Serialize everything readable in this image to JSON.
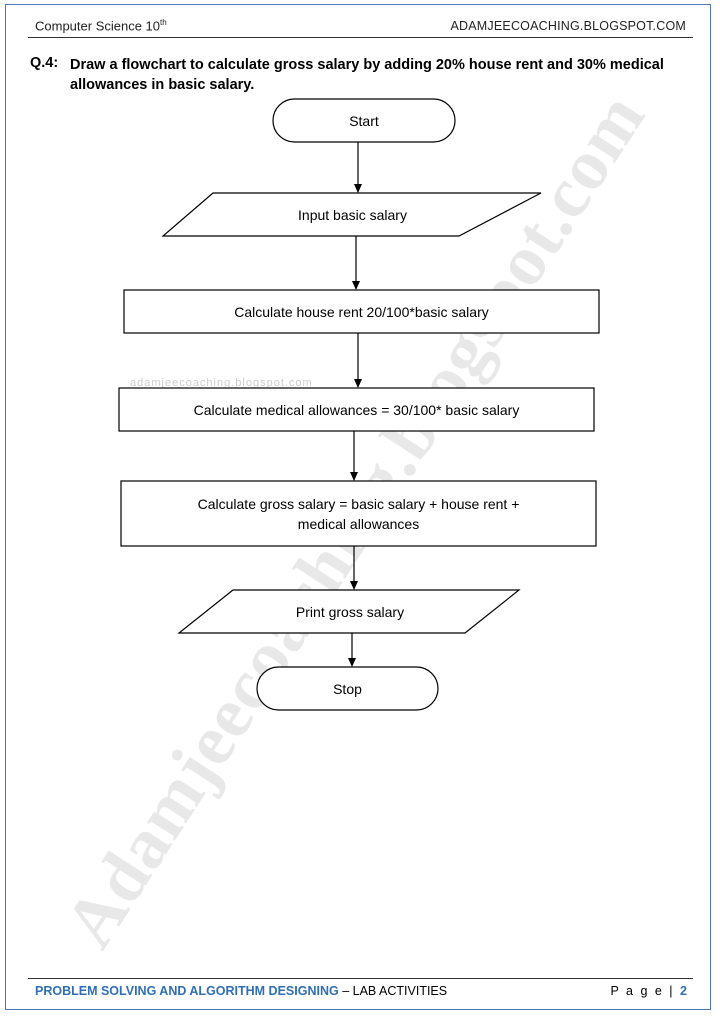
{
  "header": {
    "subject": "Computer Science 10",
    "subject_sup": "th",
    "site": "ADAMJEECOACHING.BLOGSPOT.COM"
  },
  "question": {
    "number": "Q.4:",
    "text": "Draw a flowchart to calculate gross salary by adding 20% house rent and 30% medical allowances in basic salary."
  },
  "flowchart": {
    "start": "Start",
    "input": "Input basic salary",
    "step1": "Calculate house rent 20/100*basic salary",
    "step2": "Calculate medical allowances = 30/100* basic salary",
    "step3_line1": "Calculate gross salary = basic salary + house rent +",
    "step3_line2": "medical allowances",
    "output": "Print gross salary",
    "stop": "Stop"
  },
  "watermarks": {
    "large": "Adamjeecoaching.blogspot.com",
    "small": "adamjeecoaching.blogspot.com"
  },
  "footer": {
    "chapter": "PROBLEM SOLVING AND ALGORITHM DESIGNING",
    "separator": " – ",
    "section": "LAB ACTIVITIES",
    "page_label": "P a g e  |",
    "page_number": "2"
  },
  "colors": {
    "border": "#4a78b8",
    "accent": "#2f6fb5"
  }
}
